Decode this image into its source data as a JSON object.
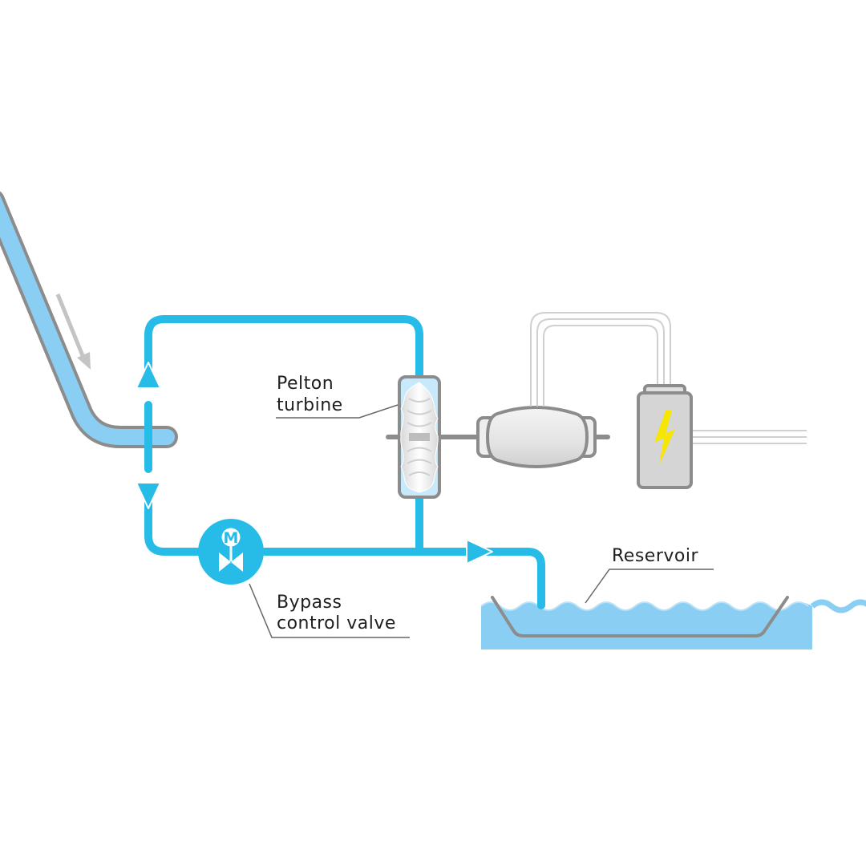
{
  "labels": {
    "turbine_line1": "Pelton",
    "turbine_line2": "turbine",
    "valve_line1": "Bypass",
    "valve_line2": "control valve",
    "reservoir": "Reservoir",
    "valve_motor_letter": "M"
  },
  "icons": {
    "flow": "arrow-icon",
    "generator_symbol": "lightning-bolt-icon",
    "valve": "motorized-valve-icon"
  },
  "colors": {
    "pipe": "#27bce8",
    "water": "#8acff3",
    "outline": "#8c8c8c",
    "leader": "#666666",
    "machine_fill": "#e6e6e6",
    "bolt": "#f6e600",
    "inflow_arrow": "#c4c4c4"
  }
}
